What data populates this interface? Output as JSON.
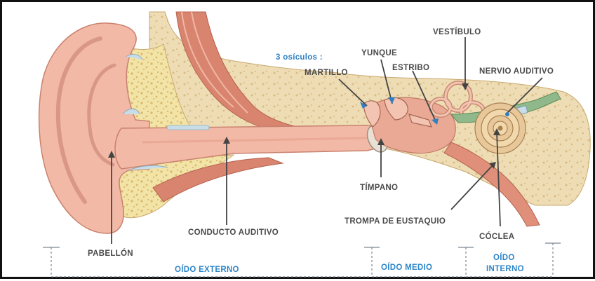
{
  "labels": {
    "ossicles": "3 osículos :",
    "yunque": "YUNQUE",
    "vestibulo": "VESTÍBULO",
    "martillo": "MARTILLO",
    "estribo": "ESTRIBO",
    "nervio_auditivo": "NERVIO AUDITIVO",
    "timpano": "TÍMPANO",
    "trompa": "TROMPA DE EUSTAQUIO",
    "conducto": "CONDUCTO AUDITIVO",
    "coclea": "CÓCLEA",
    "pabellon": "PABELLÓN"
  },
  "sections": {
    "externo": "OÍDO EXTERNO",
    "medio": "OÍDO MEDIO",
    "interno_1": "OÍDO",
    "interno_2": "INTERNO"
  },
  "colors": {
    "skin": "#f2b9a6",
    "bone": "#f1df9c",
    "muscle": "#d9846e",
    "label_gray": "#4a4a4a",
    "label_blue": "#2f86c9",
    "nerve": "#8fb98a"
  }
}
